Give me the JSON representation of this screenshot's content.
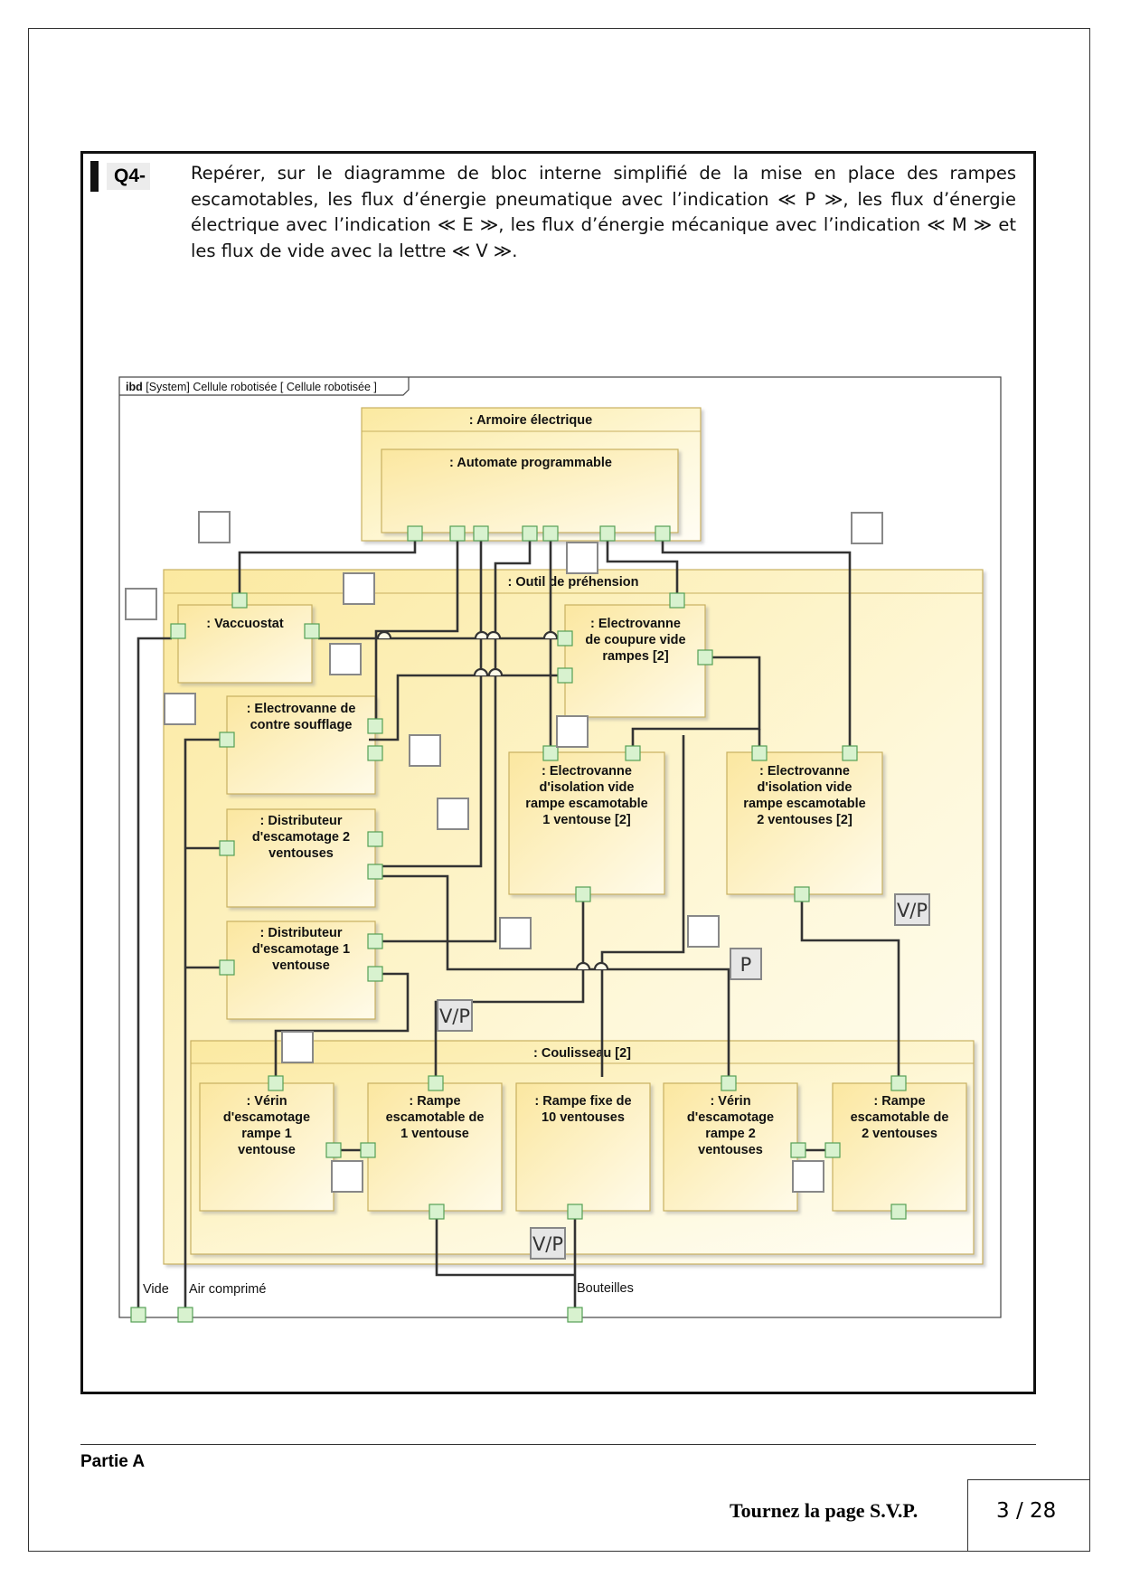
{
  "question": {
    "label": "Q4-",
    "text": "Repérer, sur le diagramme de bloc interne simplifié de la mise en place des rampes escamotables, les flux d’énergie pneumatique avec l’indication ≪ P ≫, les flux d’énergie électrique avec l’indication ≪ E ≫, les flux d’énergie mécanique avec l’indication ≪ M ≫ et les flux de vide avec la lettre ≪ V ≫."
  },
  "diagram": {
    "frame_keyword": "ibd",
    "frame_title": " [System] Cellule robotisée [ Cellule robotisée ]",
    "blocks": {
      "armoire": ": Armoire électrique",
      "automate": ": Automate programmable",
      "outil": ": Outil de préhension",
      "vaccuostat": ": Vaccuostat",
      "ev_coupure": [
        ": Electrovanne",
        "de coupure vide",
        "rampes [2]"
      ],
      "ev_contre_soufflage": [
        ": Electrovanne de",
        "contre soufflage"
      ],
      "dist_2": [
        ": Distributeur",
        "d'escamotage 2",
        "ventouses"
      ],
      "dist_1": [
        ": Distributeur",
        "d'escamotage 1",
        "ventouse"
      ],
      "ev_isol_1": [
        ": Electrovanne",
        "d'isolation vide",
        "rampe escamotable",
        "1 ventouse [2]"
      ],
      "ev_isol_2": [
        ": Electrovanne",
        "d'isolation vide",
        "rampe escamotable",
        "2 ventouses [2]"
      ],
      "coulisseau": ": Coulisseau [2]",
      "verin_1": [
        ": Vérin",
        "d'escamotage",
        "rampe 1",
        "ventouse"
      ],
      "rampe_1": [
        ": Rampe",
        "escamotable de",
        "1 ventouse"
      ],
      "rampe_fixe": [
        ": Rampe fixe de",
        "10 ventouses"
      ],
      "verin_2": [
        ": Vérin",
        "d'escamotage",
        "rampe 2",
        "ventouses"
      ],
      "rampe_2": [
        ": Rampe",
        "escamotable de",
        "2 ventouses"
      ]
    },
    "external_ports": {
      "vide": "Vide",
      "air": "Air comprimé",
      "bouteilles": "Bouteilles"
    },
    "filled_tags": [
      "V/P",
      "P",
      "V/P",
      "V/P"
    ]
  },
  "footer": {
    "partie": "Partie A",
    "tournez": "Tournez la page S.V.P.",
    "page": "3 / 28"
  },
  "colors": {
    "block_fill": "#fdf4bf",
    "block_border": "#c8b060",
    "port_fill": "#d8f2cf",
    "port_border": "#55a055",
    "wire": "#333333"
  }
}
